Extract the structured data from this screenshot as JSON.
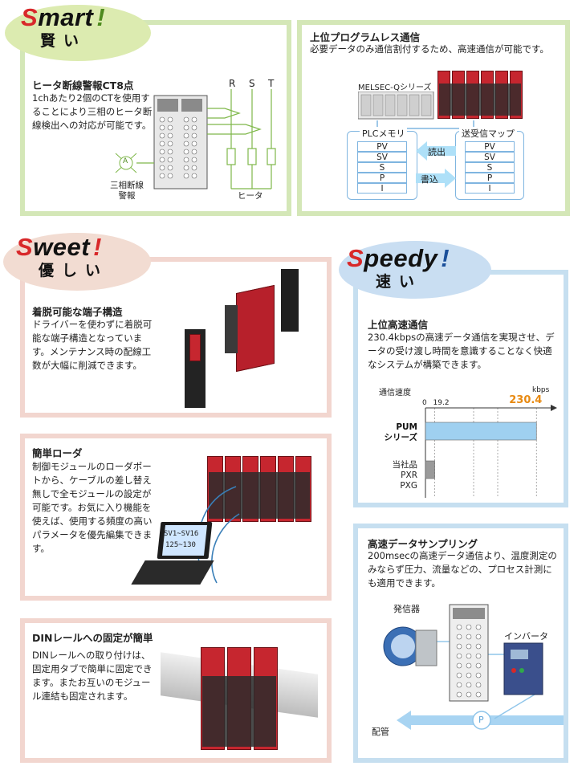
{
  "smart": {
    "badge_word_cap": "S",
    "badge_word_rest": "mart",
    "badge_mark": "!",
    "badge_sub": "賢い",
    "heater": {
      "title": "ヒータ断線警報CT8点",
      "text": "1chあたり2個のCTを使用することにより三相のヒータ断線検出への対応が可能です。",
      "phase_r": "R",
      "phase_s": "S",
      "phase_t": "T",
      "alarm_label": "三相断線警報",
      "alarm_symbol": "A",
      "heater_label": "ヒータ"
    },
    "programless": {
      "title": "上位プログラムレス通信",
      "text": "必要データのみ通信割付するため、高速通信が可能です。",
      "plc_label": "MELSEC-Qシリーズ",
      "plc_memory": "PLCメモリ",
      "map_label": "送受信マップ",
      "read_label": "読出",
      "write_label": "書込",
      "rows": [
        "PV",
        "SV",
        "S",
        "P",
        "I"
      ]
    }
  },
  "sweet": {
    "badge_word_cap": "S",
    "badge_word_rest": "weet",
    "badge_mark": "!",
    "badge_sub": "優しい",
    "terminal": {
      "title": "着脱可能な端子構造",
      "text": "ドライバーを使わずに着脱可能な端子構造となっています。メンテナンス時の配線工数が大幅に削減できます。"
    },
    "loader": {
      "title": "簡単ローダ",
      "text": "制御モジュールのローダポートから、ケーブルの差し替え無しで全モジュールの設定が可能です。お気に入り機能を使えば、使用する頻度の高いパラメータを優先編集できます。",
      "screen_line1": "SV1~SV16",
      "screen_line2": "125~130"
    },
    "din": {
      "title": "DINレールへの固定が簡単",
      "text": "DINレールへの取り付けは、固定用タブで簡単に固定できます。またお互いのモジュール連結も固定されます。"
    }
  },
  "speedy": {
    "badge_word_cap": "S",
    "badge_word_rest": "peedy",
    "badge_mark": "!",
    "badge_sub": "速い",
    "highspeed": {
      "title": "上位高速通信",
      "text": "230.4kbpsの高速データ通信を実現させ、データの受け渡し時間を意識することなく快適なシステムが構築できます。",
      "chart_data": {
        "type": "bar",
        "title": "",
        "xlabel": "通信速度",
        "unit": "kbps",
        "ticks": [
          "0",
          "19.2",
          "230.4"
        ],
        "xlim": [
          0,
          250
        ],
        "categories": [
          "PUMシリーズ",
          "当社品 PXR PXG"
        ],
        "category_line1": [
          "PUM",
          "当社品"
        ],
        "category_line2": [
          "シリーズ",
          "PXR"
        ],
        "category_line3": [
          "",
          "PXG"
        ],
        "values": [
          230.4,
          19.2
        ],
        "grid": true,
        "bar_colors": [
          "#9fd0f0",
          "#9a9a9a"
        ],
        "highlight_color": "#e88a12"
      }
    },
    "sampling": {
      "title": "高速データサンプリング",
      "text": "200msecの高速データ通信より、温度測定のみならず圧力、流量などの、プロセス計測にも適用できます。",
      "transmitter_label": "発信器",
      "inverter_label": "インバータ",
      "pipe_label": "配管",
      "pump_symbol": "P"
    }
  }
}
